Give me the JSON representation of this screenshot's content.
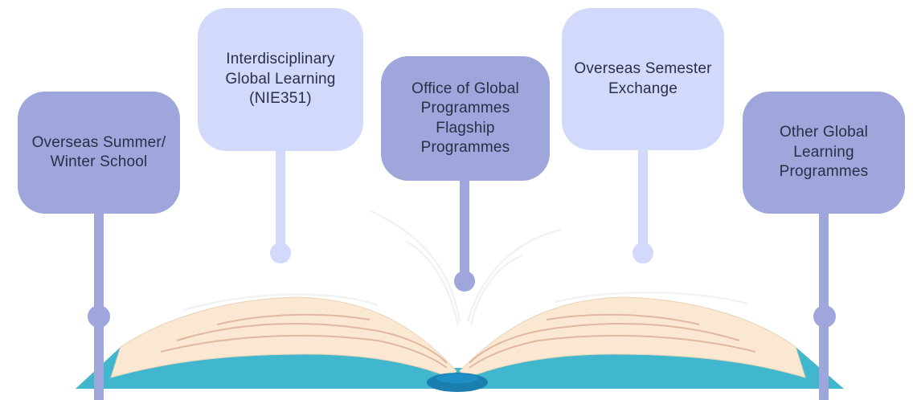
{
  "programmes": [
    {
      "label": "Overseas Summer/ Winter School"
    },
    {
      "label": "Interdisciplinary Global Learning (NIE351)"
    },
    {
      "label": "Office of Global Programmes Flagship Programmes"
    },
    {
      "label": "Overseas Semester Exchange"
    },
    {
      "label": "Other Global Learning Programmes"
    }
  ],
  "colors": {
    "bubble_dark": "#9ea6dc",
    "bubble_light": "#d2d9fb",
    "book_cover": "#40b7cc",
    "book_pages": "#fae8d2",
    "page_lines": "#d8a890",
    "spine": "#1a7fb0"
  },
  "illustration": {
    "icon": "open-book-icon"
  }
}
